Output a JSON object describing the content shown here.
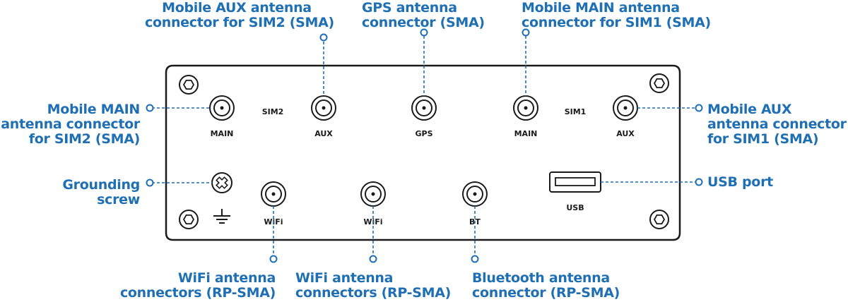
{
  "colors": {
    "callout": "#1f6fb4",
    "outline": "#1a1a1a",
    "background": "#ffffff"
  },
  "device": {
    "name": "front-panel",
    "labels": {
      "sim2": "SIM2",
      "sim1": "SIM1",
      "main_left": "MAIN",
      "aux_left": "AUX",
      "gps": "GPS",
      "main_right": "MAIN",
      "aux_right": "AUX",
      "wifi1": "WiFi",
      "wifi2": "WiFi",
      "bt": "BT",
      "usb": "USB"
    },
    "icons": {
      "grounding": "grounding-screw-icon",
      "ground_symbol": "ground-symbol-icon",
      "mount_screw": "mounting-screw-icon",
      "connector": "sma-connector-icon",
      "usb": "usb-port-icon"
    }
  },
  "callouts": {
    "aux_sim2": "Mobile AUX antenna\nconnector for SIM2 (SMA)",
    "gps": "GPS antenna\nconnector (SMA)",
    "main_sim1": "Mobile MAIN antenna\nconnector for SIM1 (SMA)",
    "main_sim2": "Mobile MAIN\nantenna connector\nfor SIM2 (SMA)",
    "aux_sim1": "Mobile AUX\nantenna connector\nfor SIM1 (SMA)",
    "grounding": "Grounding\nscrew",
    "usb": "USB port",
    "wifi1": "WiFi antenna\nconnectors (RP-SMA)",
    "wifi2": "WiFi antenna\nconnectors (RP-SMA)",
    "bt": "Bluetooth antenna\nconnector (RP-SMA)"
  }
}
